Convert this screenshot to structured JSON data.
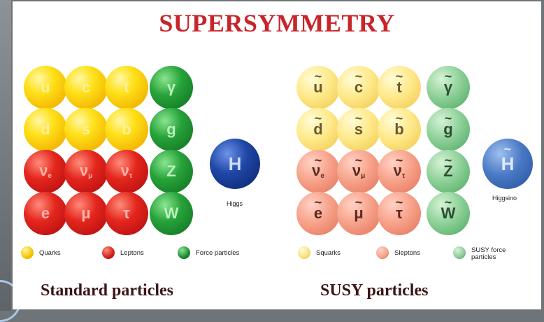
{
  "title": "SUPERSYMMETRY",
  "standard": {
    "caption": "Standard particles",
    "quarks": [
      [
        "u",
        "c",
        "t"
      ],
      [
        "d",
        "s",
        "b"
      ]
    ],
    "leptons": [
      [
        "ν",
        "ν",
        "ν"
      ],
      [
        "e",
        "μ",
        "τ"
      ]
    ],
    "neutrino_subs": [
      "e",
      "μ",
      "τ"
    ],
    "forces": [
      "γ",
      "g",
      "Z",
      "W"
    ],
    "higgs": {
      "symbol": "H",
      "label": "Higgs"
    },
    "legend": [
      {
        "label": "Quarks",
        "color": "#f5c400"
      },
      {
        "label": "Leptons",
        "color": "#d21f1a"
      },
      {
        "label": "Force particles",
        "color": "#1f8a33"
      }
    ]
  },
  "susy": {
    "caption": "SUSY particles",
    "tilde": "~",
    "squarks": [
      [
        "u",
        "c",
        "t"
      ],
      [
        "d",
        "s",
        "b"
      ]
    ],
    "sleptons": [
      [
        "ν",
        "ν",
        "ν"
      ],
      [
        "e",
        "μ",
        "τ"
      ]
    ],
    "neutrino_subs": [
      "e",
      "μ",
      "τ"
    ],
    "forces": [
      "γ",
      "g",
      "Z",
      "W"
    ],
    "higgsino": {
      "symbol": "H",
      "label": "Higgsino"
    },
    "legend": [
      {
        "label": "Squarks",
        "color": "#f8e07a"
      },
      {
        "label": "Sleptons",
        "color": "#f3a08a"
      },
      {
        "label": "SUSY force particles",
        "color": "#8cc99a"
      }
    ]
  }
}
